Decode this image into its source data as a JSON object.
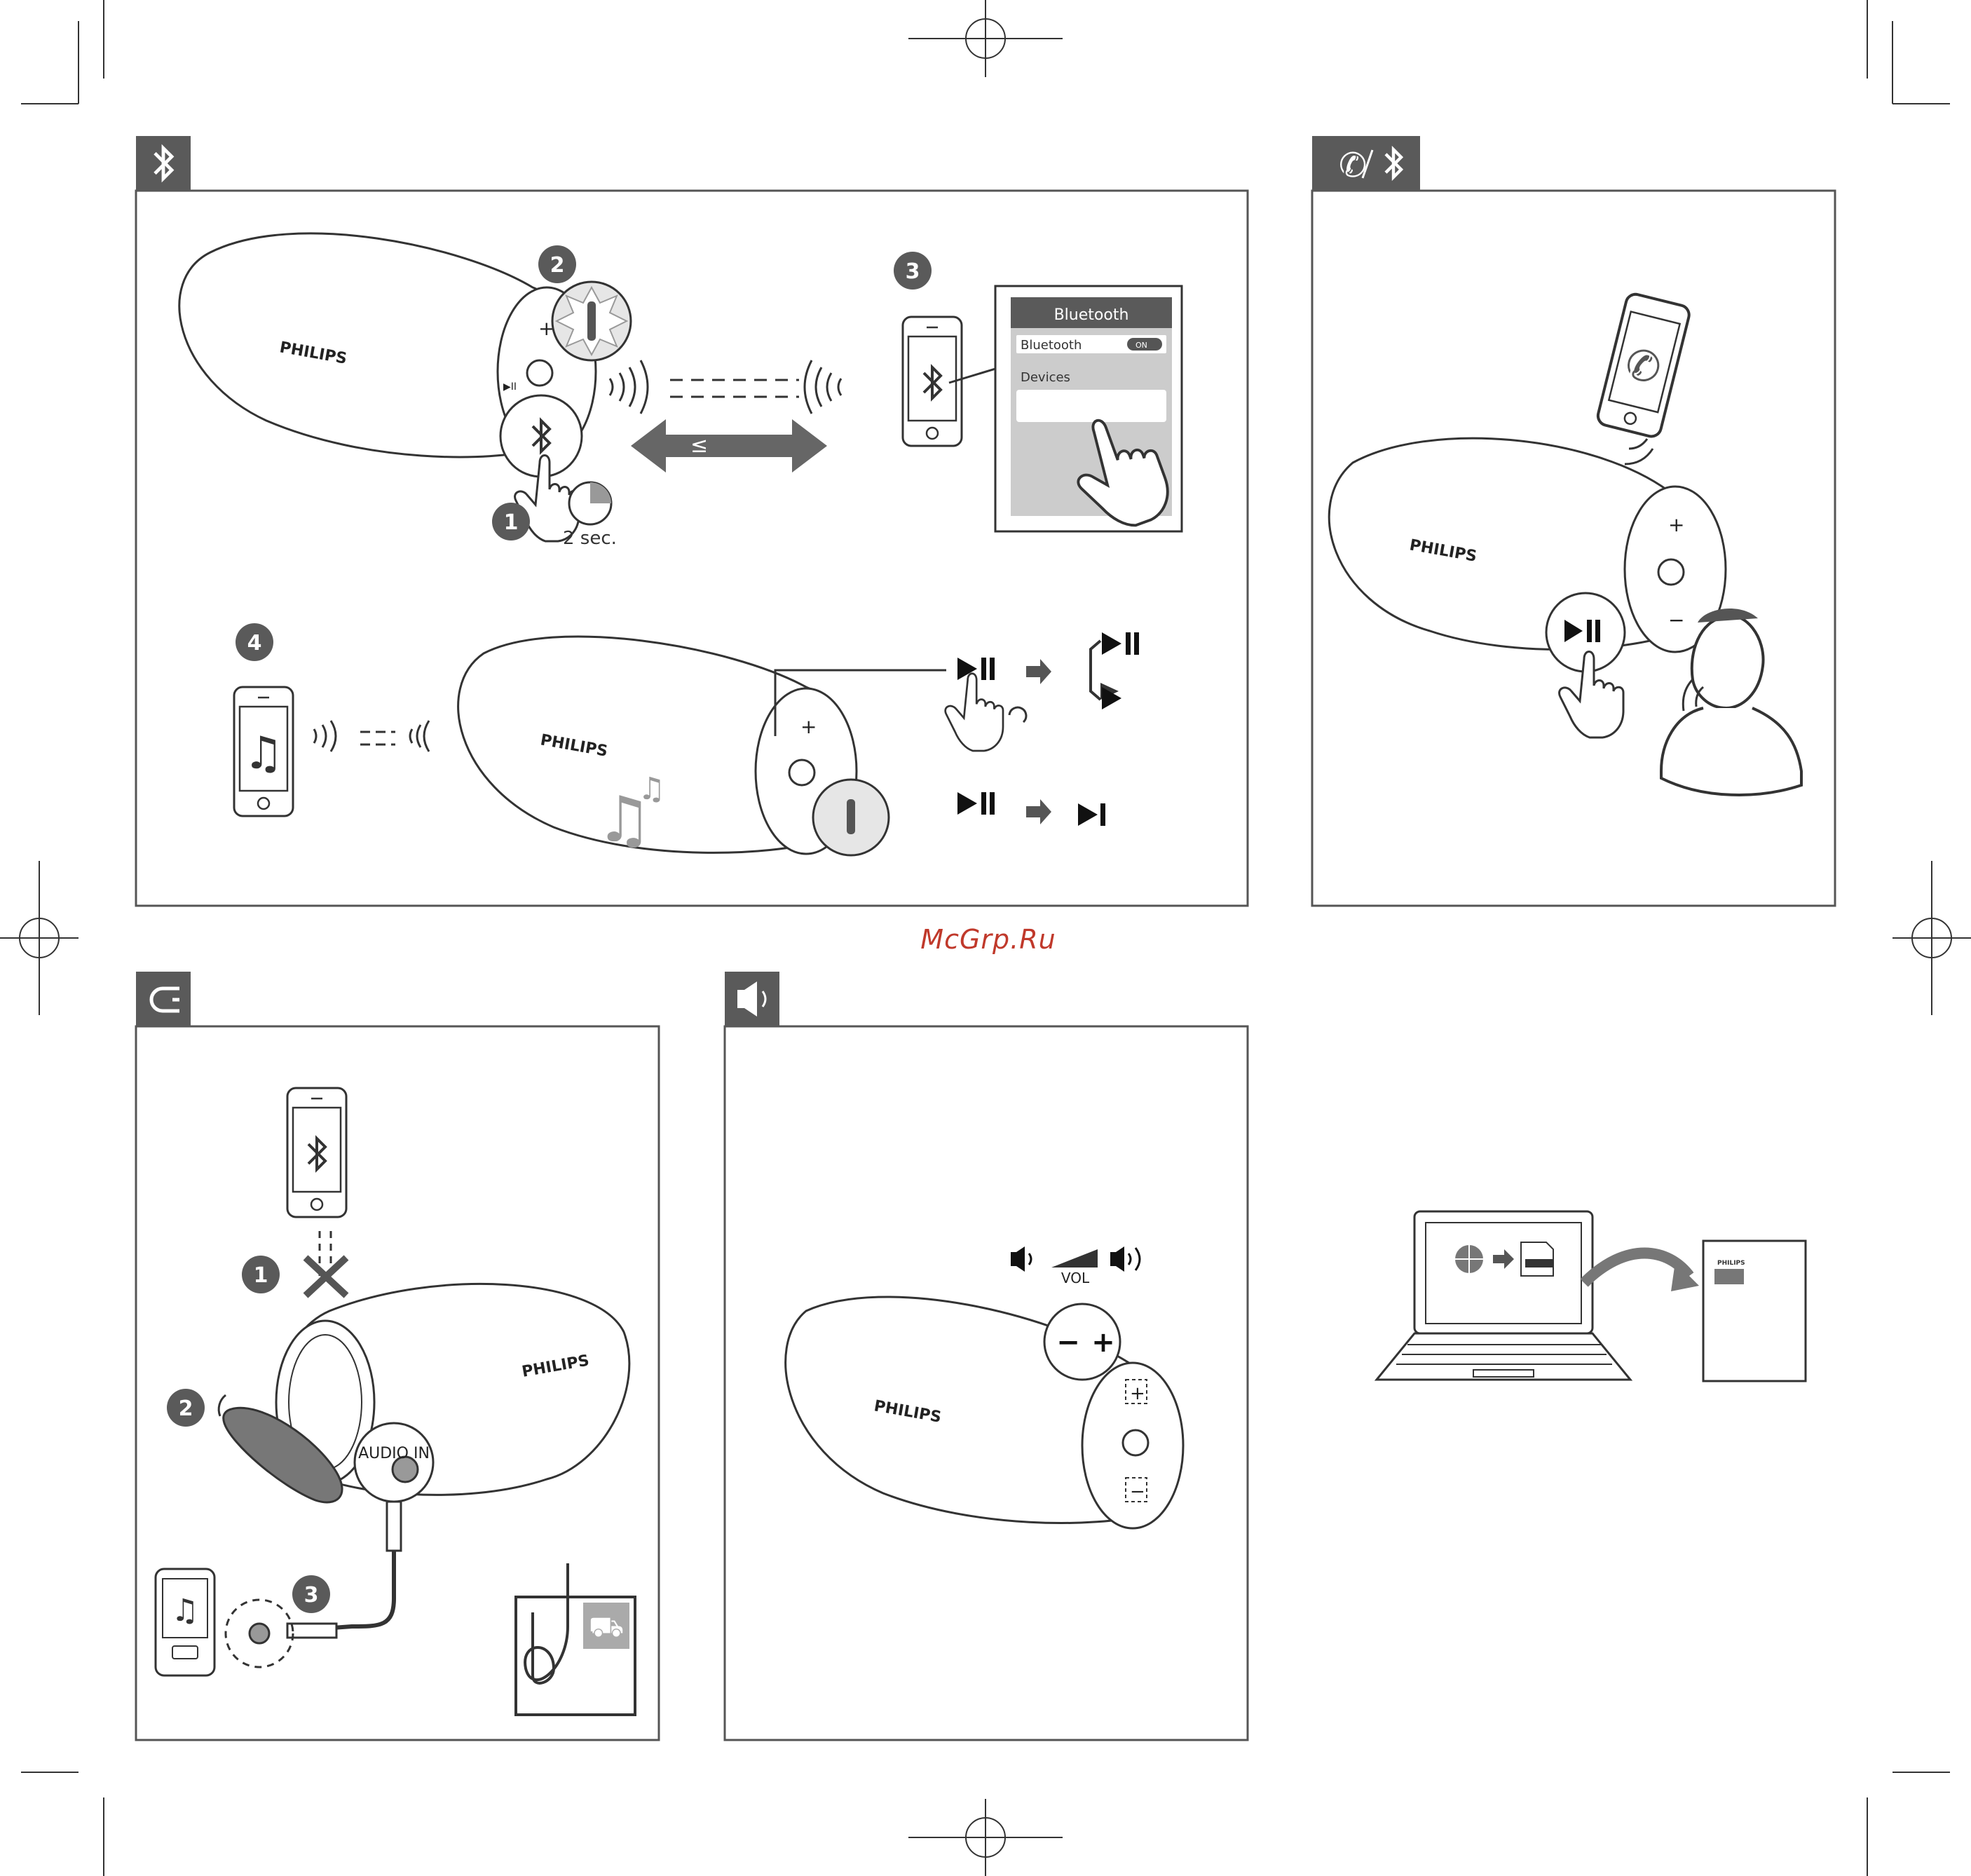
{
  "brand": "PHILIPS",
  "watermark": "McGrp.Ru",
  "steps": {
    "one": "1",
    "two": "2",
    "three": "3",
    "four": "4"
  },
  "hold_time": "2 sec.",
  "distance_symbol": "≤",
  "phone_screen": {
    "header": "Bluetooth",
    "toggle_label": "Bluetooth",
    "toggle_state": "ON",
    "devices_label": "Devices"
  },
  "audio_in_label": "AUDIO IN",
  "vol_label": "VOL",
  "buttons": {
    "plus": "+",
    "minus": "−",
    "play_pause": "▶II",
    "power": "⏻",
    "bluetooth": "ᛒ"
  },
  "section_icons": [
    "bluetooth-icon",
    "phone-call-bluetooth-icon",
    "audio-in-cable-icon",
    "volume-icon"
  ],
  "colors": {
    "tab": "#5a5a5a",
    "line": "#333333",
    "accent_gray": "#999999",
    "badge": "#5a5a5a",
    "watermark": "#c0392b"
  }
}
